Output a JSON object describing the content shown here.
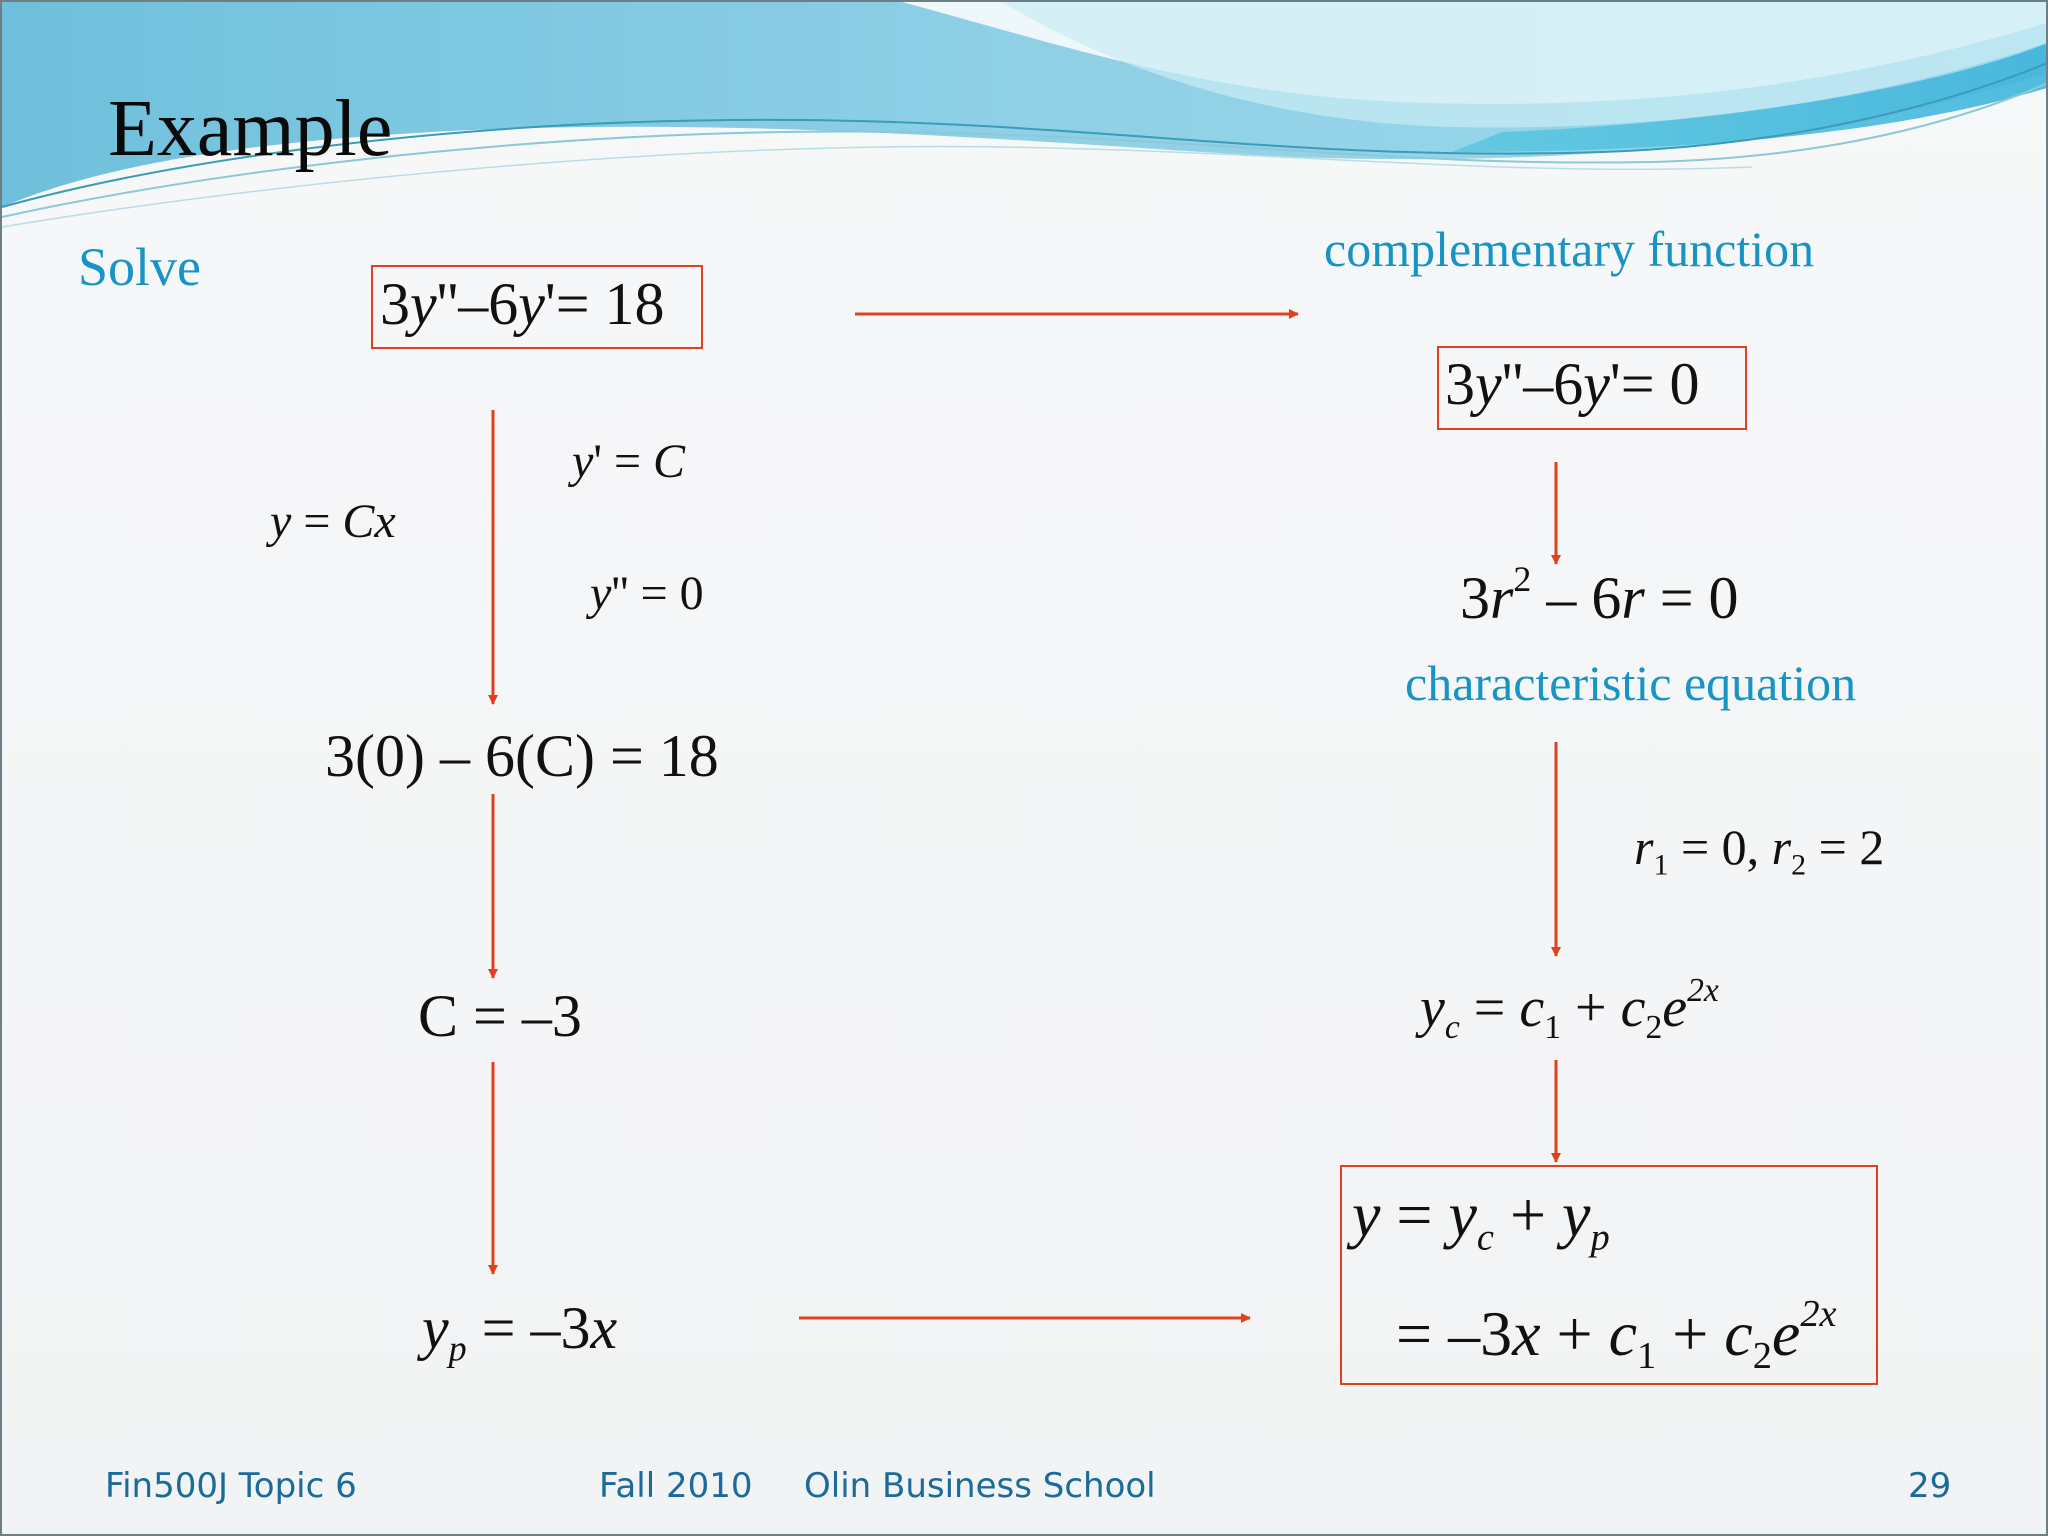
{
  "slide": {
    "title": "Example",
    "solve_label": "Solve",
    "complementary_label": "complementary  function",
    "characteristic_label": "characteristic equation"
  },
  "equations": {
    "original_lhs": "3",
    "original_y1": "y",
    "original_mid": "''–6",
    "original_y2": "y",
    "original_rhs": "'= 18",
    "homog_lhs": "3",
    "homog_y1": "y",
    "homog_mid": "''–6",
    "homog_y2": "y",
    "homog_rhs": "'= 0",
    "guess_y": "y",
    "guess_eq": " = ",
    "guess_rhs": "Cx",
    "guess_dy": "y",
    "guess_dy_rhs": "' = ",
    "guess_dy_c": "C",
    "guess_d2y": "y",
    "guess_d2y_rhs": "'' = 0",
    "substitute": "3(0) – 6(C) = 18",
    "c_value": "C = –3",
    "yp_y": "y",
    "yp_sub": "p",
    "yp_rhs": " = –3",
    "yp_x": "x",
    "char_3": "3",
    "char_r": "r",
    "char_sup": "2",
    "char_mid": " – 6",
    "char_r2": "r",
    "char_rhs": " = 0",
    "roots_r1": "r",
    "roots_s1": "1",
    "roots_mid": " = 0, ",
    "roots_r2": "r",
    "roots_s2": "2",
    "roots_rhs": " = 2",
    "yc_y": "y",
    "yc_sub": "c",
    "yc_eq": " = ",
    "yc_c1": "c",
    "yc_s1": "1",
    "yc_plus": " + ",
    "yc_c2": "c",
    "yc_s2": "2",
    "yc_e": "e",
    "yc_exp": "2x",
    "gen_y": "y",
    "gen_eq": " = ",
    "gen_yc": "y",
    "gen_yc_sub": "c",
    "gen_plus": " + ",
    "gen_yp": "y",
    "gen_yp_sub": "p",
    "gen2_eq": "= –3",
    "gen2_x": "x",
    "gen2_plus1": " + ",
    "gen2_c1": "c",
    "gen2_s1": "1",
    "gen2_plus2": " + ",
    "gen2_c2": "c",
    "gen2_s2": "2",
    "gen2_e": "e",
    "gen2_exp": "2x"
  },
  "footer": {
    "course": "Fin500J Topic 6",
    "term": "Fall 2010",
    "school": "Olin Business School",
    "page": "29"
  },
  "colors": {
    "arrow": "#e0401e",
    "accent_text": "#1794c4",
    "footer_text": "#1a6a9a"
  }
}
